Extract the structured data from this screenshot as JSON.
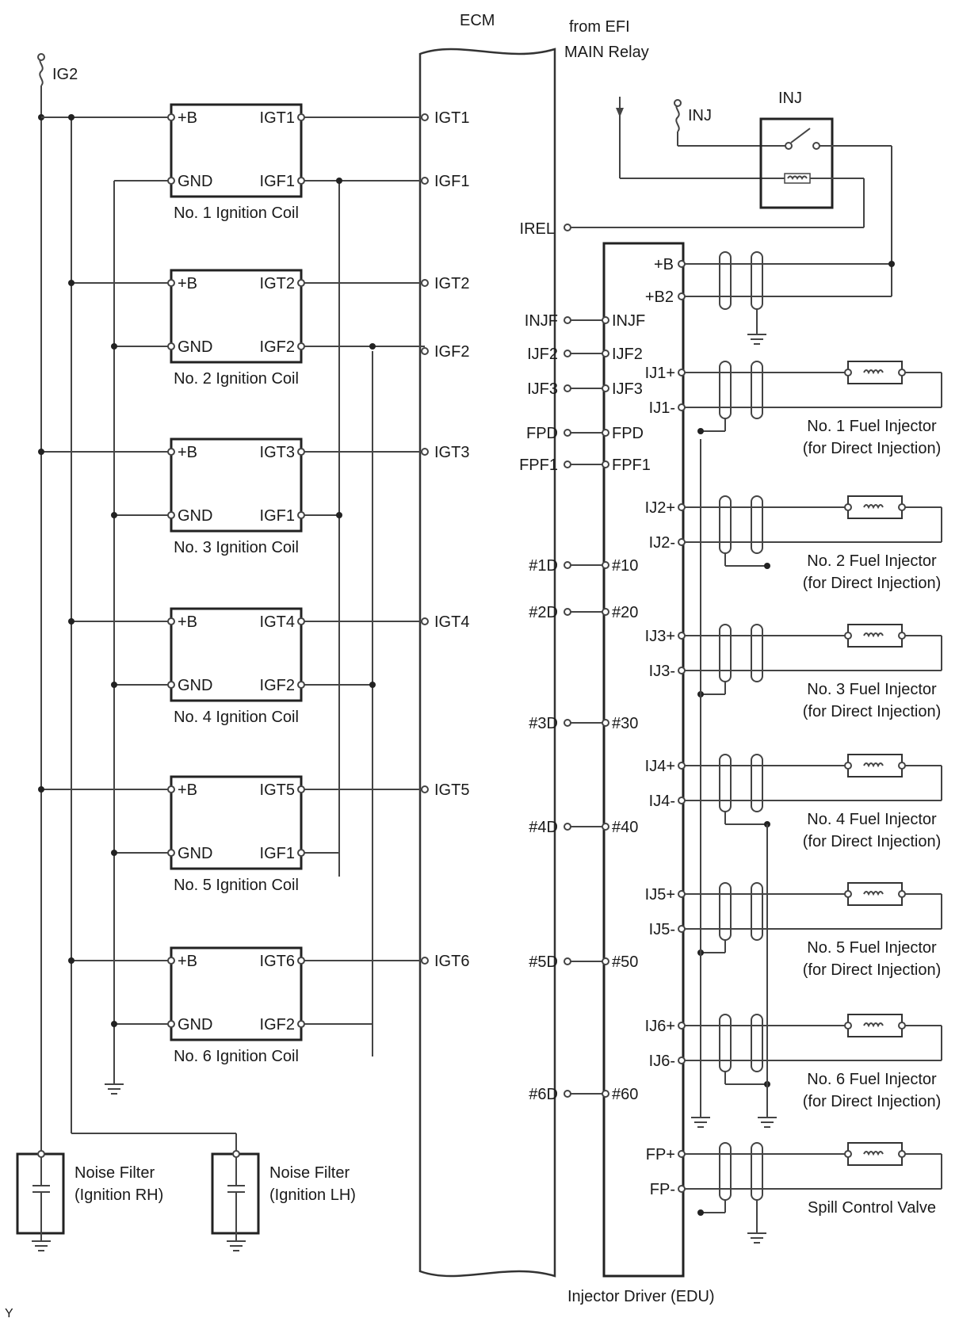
{
  "labels": {
    "ecm": "ECM",
    "from_efi": [
      "from EFI",
      "MAIN Relay"
    ],
    "ig2": "IG2",
    "inj": "INJ",
    "inj_relay": "INJ",
    "irel": "IREL",
    "edu": "Injector Driver (EDU)",
    "figure_code": "Y"
  },
  "ecm_left_pins": [
    "IGT1",
    "IGF1",
    "IGT2",
    "IGF2",
    "IGT3",
    "IGT4",
    "IGT5",
    "IGT6"
  ],
  "ignition_coils": [
    {
      "name": "No. 1 Ignition Coil",
      "b": "+B",
      "gnd": "GND",
      "igt": "IGT1",
      "igf": "IGF1"
    },
    {
      "name": "No. 2 Ignition Coil",
      "b": "+B",
      "gnd": "GND",
      "igt": "IGT2",
      "igf": "IGF2"
    },
    {
      "name": "No. 3 Ignition Coil",
      "b": "+B",
      "gnd": "GND",
      "igt": "IGT3",
      "igf": "IGF1"
    },
    {
      "name": "No. 4 Ignition Coil",
      "b": "+B",
      "gnd": "GND",
      "igt": "IGT4",
      "igf": "IGF2"
    },
    {
      "name": "No. 5 Ignition Coil",
      "b": "+B",
      "gnd": "GND",
      "igt": "IGT5",
      "igf": "IGF1"
    },
    {
      "name": "No. 6 Ignition Coil",
      "b": "+B",
      "gnd": "GND",
      "igt": "IGT6",
      "igf": "IGF2"
    }
  ],
  "noise_filters": [
    {
      "line1": "Noise Filter",
      "line2": "(Ignition RH)"
    },
    {
      "line1": "Noise Filter",
      "line2": "(Ignition LH)"
    }
  ],
  "ecm_right_pins": [
    "INJF",
    "IJF2",
    "IJF3",
    "FPD",
    "FPF1",
    "#1D",
    "#2D",
    "#3D",
    "#4D",
    "#5D",
    "#6D"
  ],
  "edu_left_pins": [
    "INJF",
    "IJF2",
    "IJF3",
    "FPD",
    "FPF1",
    "#10",
    "#20",
    "#30",
    "#40",
    "#50",
    "#60"
  ],
  "edu_power_pins": [
    "+B",
    "+B2"
  ],
  "injectors": [
    {
      "plus": "IJ1+",
      "minus": "IJ1-",
      "name": "No. 1 Fuel Injector",
      "sub": "(for Direct Injection)"
    },
    {
      "plus": "IJ2+",
      "minus": "IJ2-",
      "name": "No. 2 Fuel Injector",
      "sub": "(for Direct Injection)"
    },
    {
      "plus": "IJ3+",
      "minus": "IJ3-",
      "name": "No. 3 Fuel Injector",
      "sub": "(for Direct Injection)"
    },
    {
      "plus": "IJ4+",
      "minus": "IJ4-",
      "name": "No. 4 Fuel Injector",
      "sub": "(for Direct Injection)"
    },
    {
      "plus": "IJ5+",
      "minus": "IJ5-",
      "name": "No. 5 Fuel Injector",
      "sub": "(for Direct Injection)"
    },
    {
      "plus": "IJ6+",
      "minus": "IJ6-",
      "name": "No. 6 Fuel Injector",
      "sub": "(for Direct Injection)"
    },
    {
      "plus": "FP+",
      "minus": "FP-",
      "name": "Spill Control Valve",
      "sub": ""
    }
  ]
}
